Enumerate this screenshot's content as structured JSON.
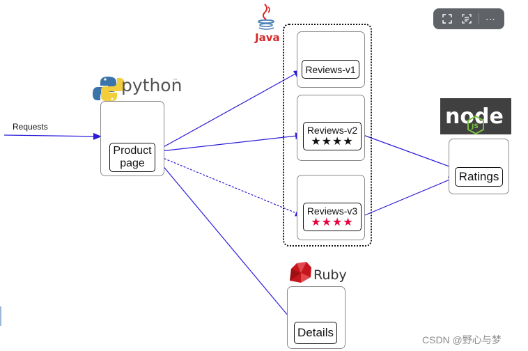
{
  "requests_label": "Requests",
  "logos": {
    "python_text": "python",
    "java_text": "Java",
    "node_text": "node",
    "node_badge": "JS",
    "ruby_text": "Ruby"
  },
  "services": {
    "productpage": {
      "line1": "Product",
      "line2": "page"
    },
    "reviews_v1": "Reviews-v1",
    "reviews_v2": "Reviews-v2",
    "reviews_v3": "Reviews-v3",
    "ratings": "Ratings",
    "details": "Details"
  },
  "stars": {
    "v2": "★★★★",
    "v3": "★★★★",
    "v2_color": "#111111",
    "v3_color": "#e8003a"
  },
  "colors": {
    "arrow": "#2b1bd9",
    "python_blue": "#3a74a8",
    "python_yellow": "#f2cd3c",
    "java_red": "#d62728",
    "java_blue": "#4a7eb5",
    "node_bg": "#404040",
    "node_green": "#7cc242",
    "ruby_red": "#c4161c"
  },
  "toolbar": {
    "icons": [
      "fullscreen-icon",
      "text-recognize-icon",
      "more-icon"
    ],
    "more_glyph": "⋯"
  },
  "watermark": "CSDN @野心与梦"
}
